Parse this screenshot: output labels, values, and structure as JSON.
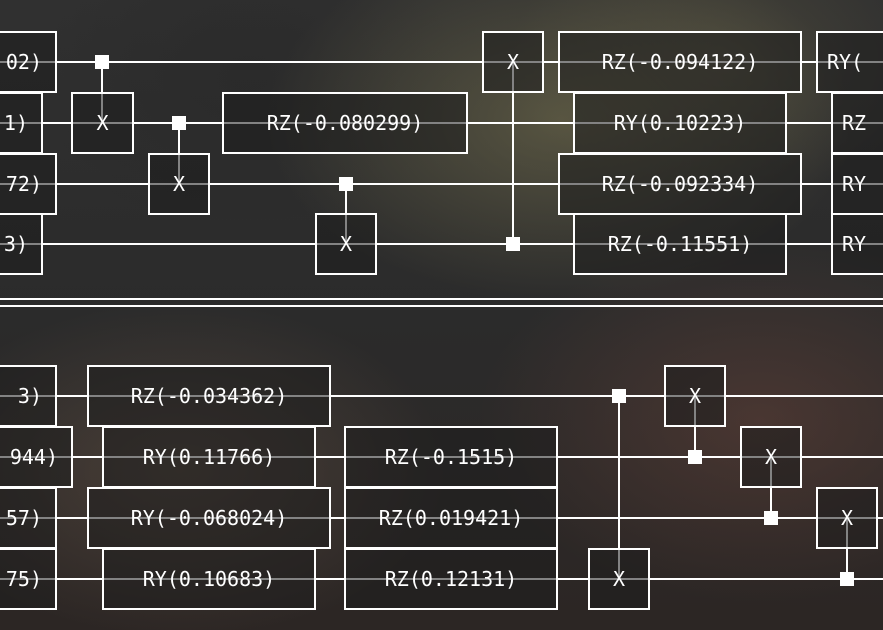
{
  "colors": {
    "wire": "#ffffff",
    "background": "#2a2a2a"
  },
  "panels": [
    {
      "wires": 4,
      "gates": [
        {
          "label": "02)",
          "wire": 0,
          "kind": "cut-left"
        },
        {
          "label": "1)",
          "wire": 1,
          "kind": "cut-left"
        },
        {
          "label": "72)",
          "wire": 2,
          "kind": "cut-left"
        },
        {
          "label": "3)",
          "wire": 3,
          "kind": "cut-left"
        },
        {
          "label": "X",
          "wire": 1
        },
        {
          "label": "X",
          "wire": 2
        },
        {
          "label": "RZ(-0.080299)",
          "wire": 1
        },
        {
          "label": "X",
          "wire": 3
        },
        {
          "label": "X",
          "wire": 0
        },
        {
          "label": "RZ(-0.094122)",
          "wire": 0
        },
        {
          "label": "RY(0.10223)",
          "wire": 1
        },
        {
          "label": "RZ(-0.092334)",
          "wire": 2
        },
        {
          "label": "RZ(-0.11551)",
          "wire": 3
        },
        {
          "label": "RY(",
          "wire": 0,
          "kind": "cut-right"
        },
        {
          "label": "RZ",
          "wire": 1,
          "kind": "cut-right"
        },
        {
          "label": "RY",
          "wire": 2,
          "kind": "cut-right"
        },
        {
          "label": "RY",
          "wire": 3,
          "kind": "cut-right"
        }
      ]
    },
    {
      "wires": 4,
      "gates": [
        {
          "label": "3)",
          "wire": 0,
          "kind": "cut-left"
        },
        {
          "label": "944)",
          "wire": 1,
          "kind": "cut-left"
        },
        {
          "label": "57)",
          "wire": 2,
          "kind": "cut-left"
        },
        {
          "label": "75)",
          "wire": 3,
          "kind": "cut-left"
        },
        {
          "label": "RZ(-0.034362)",
          "wire": 0
        },
        {
          "label": "RY(0.11766)",
          "wire": 1
        },
        {
          "label": "RY(-0.068024)",
          "wire": 2
        },
        {
          "label": "RY(0.10683)",
          "wire": 3
        },
        {
          "label": "RZ(-0.1515)",
          "wire": 1
        },
        {
          "label": "RZ(0.019421)",
          "wire": 2
        },
        {
          "label": "RZ(0.12131)",
          "wire": 3
        },
        {
          "label": "X",
          "wire": 3
        },
        {
          "label": "X",
          "wire": 0
        },
        {
          "label": "X",
          "wire": 1
        },
        {
          "label": "X",
          "wire": 2
        }
      ]
    }
  ]
}
